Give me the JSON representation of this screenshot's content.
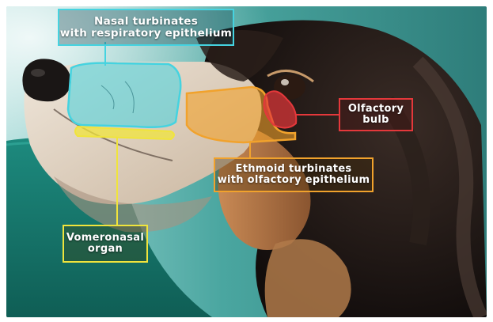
{
  "labels": {
    "nasal": {
      "line1": "Nasal turbinates",
      "line2": "with respiratory epithelium"
    },
    "olfactory_bulb": {
      "line1": "Olfactory",
      "line2": "bulb"
    },
    "ethmoid": {
      "line1": "Ethmoid turbinates",
      "line2": "with olfactory epithelium"
    },
    "vomeronasal": {
      "line1": "Vomeronasal",
      "line2": "organ"
    }
  },
  "colors": {
    "nasal": "#45d3e0",
    "olfactory_bulb": "#e4383b",
    "ethmoid": "#f1a22c",
    "vomeronasal": "#f0e43c"
  }
}
